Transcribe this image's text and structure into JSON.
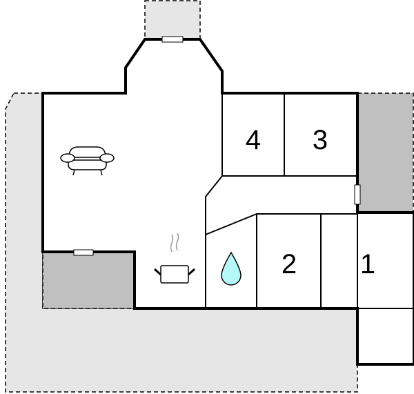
{
  "rooms": [
    {
      "id": "room-4",
      "label": "4"
    },
    {
      "id": "room-3",
      "label": "3"
    },
    {
      "id": "room-2",
      "label": "2"
    },
    {
      "id": "room-1",
      "label": "1"
    }
  ],
  "icons": {
    "living": "sofa-icon",
    "kitchen": "cooking-pot-icon",
    "bathroom": "water-drop-icon"
  },
  "colors": {
    "terrace": "#e6e6e6",
    "annex": "#c0c0c0",
    "wall": "#000000",
    "water": "#b4f8f8"
  }
}
